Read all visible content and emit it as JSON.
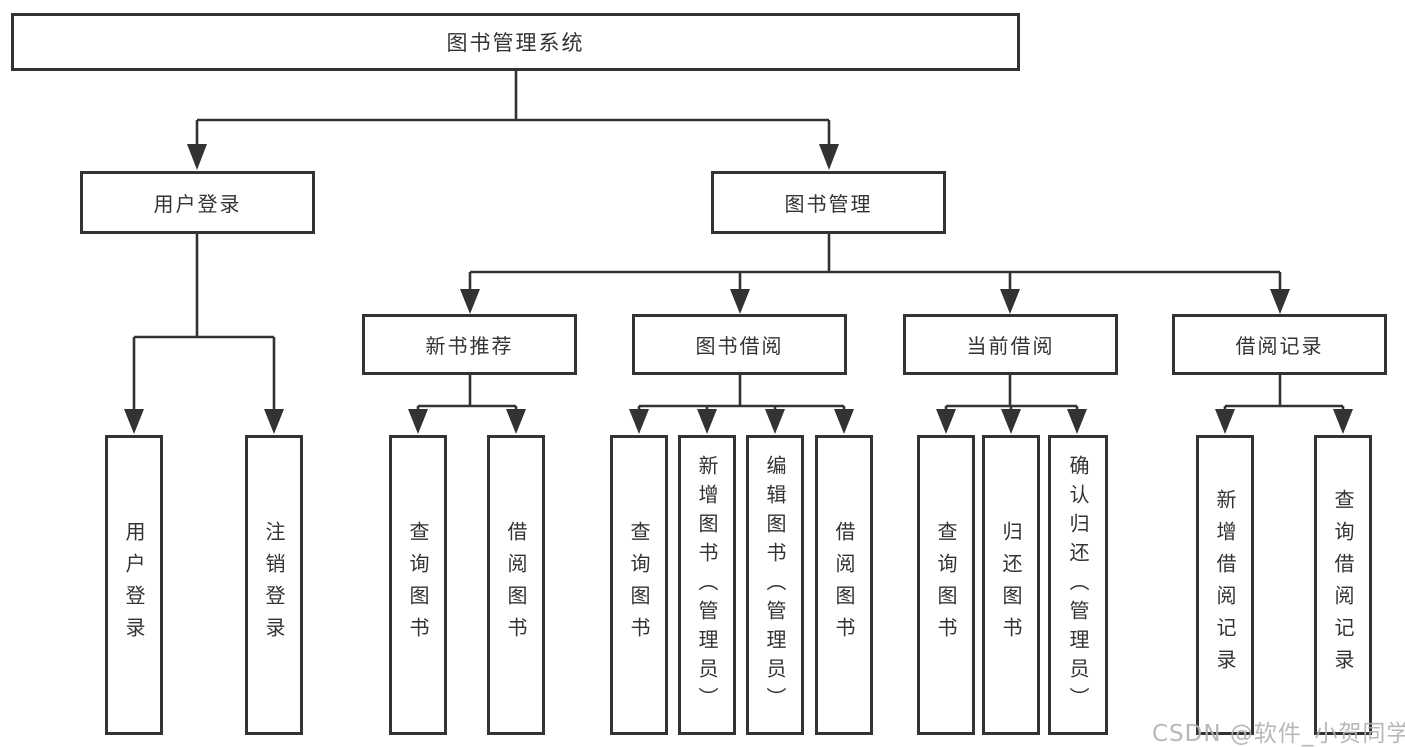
{
  "diagram": {
    "title_node": "图书管理系统",
    "branches": [
      {
        "label": "用户登录",
        "children": [
          {
            "label": "用户登录"
          },
          {
            "label": "注销登录"
          }
        ]
      },
      {
        "label": "图书管理",
        "sections": [
          {
            "label": "新书推荐",
            "children": [
              {
                "label": "查询图书"
              },
              {
                "label": "借阅图书"
              }
            ]
          },
          {
            "label": "图书借阅",
            "children": [
              {
                "label": "查询图书"
              },
              {
                "label": "新增图书（管理员）"
              },
              {
                "label": "编辑图书（管理员）"
              },
              {
                "label": "借阅图书"
              }
            ]
          },
          {
            "label": "当前借阅",
            "children": [
              {
                "label": "查询图书"
              },
              {
                "label": "归还图书"
              },
              {
                "label": "确认归还（管理员）"
              }
            ]
          },
          {
            "label": "借阅记录",
            "children": [
              {
                "label": "新增借阅记录"
              },
              {
                "label": "查询借阅记录"
              }
            ]
          }
        ]
      }
    ]
  },
  "watermark": "CSDN @软件_小贺同学",
  "colors": {
    "line": "#333333",
    "text": "#333333",
    "background": "#ffffff",
    "watermark": "#b2b2b2"
  }
}
